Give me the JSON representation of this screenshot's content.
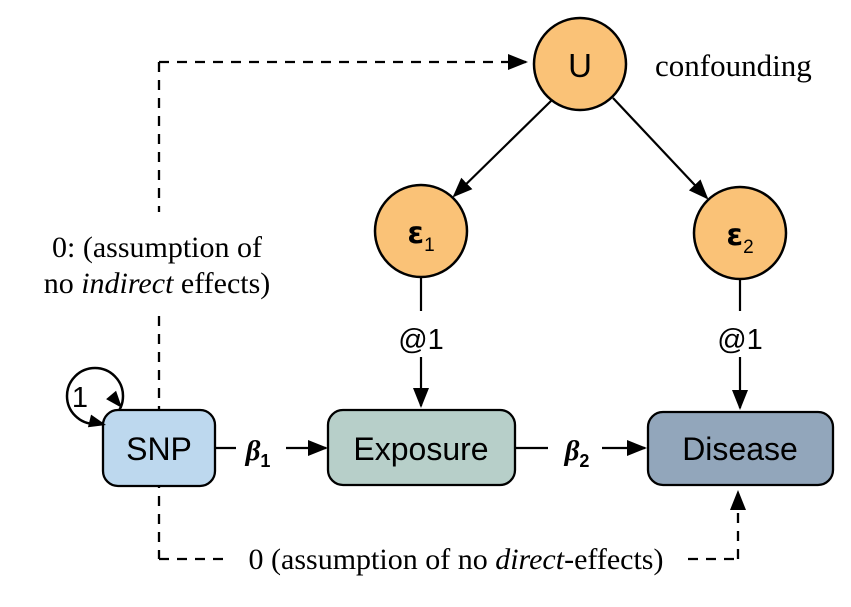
{
  "colors": {
    "confounder_fill": "#FAC277",
    "error_fill": "#FAC277",
    "snp_fill": "#BDD8EE",
    "exposure_fill": "#B7CFC9",
    "disease_fill": "#92A6BB"
  },
  "nodes": {
    "confounder": {
      "label": "U"
    },
    "error1": {
      "label": "ε",
      "subscript": "1"
    },
    "error2": {
      "label": "ε",
      "subscript": "2"
    },
    "snp": {
      "label": "SNP"
    },
    "exposure": {
      "label": "Exposure"
    },
    "disease": {
      "label": "Disease"
    }
  },
  "edges": {
    "snp_variance": "1",
    "error1_loading": "@1",
    "error2_loading": "@1",
    "beta1": {
      "symbol": "β",
      "subscript": "1"
    },
    "beta2": {
      "symbol": "β",
      "subscript": "2"
    }
  },
  "annotations": {
    "confounding": "confounding",
    "no_indirect_line1": "0: (assumption of",
    "no_indirect_line2_prefix": "no ",
    "no_indirect_line2_emphasis": "indirect",
    "no_indirect_line2_suffix": " effects)",
    "no_direct_prefix": "0 (assumption of no ",
    "no_direct_emphasis": "direct",
    "no_direct_suffix": "-effects)"
  }
}
